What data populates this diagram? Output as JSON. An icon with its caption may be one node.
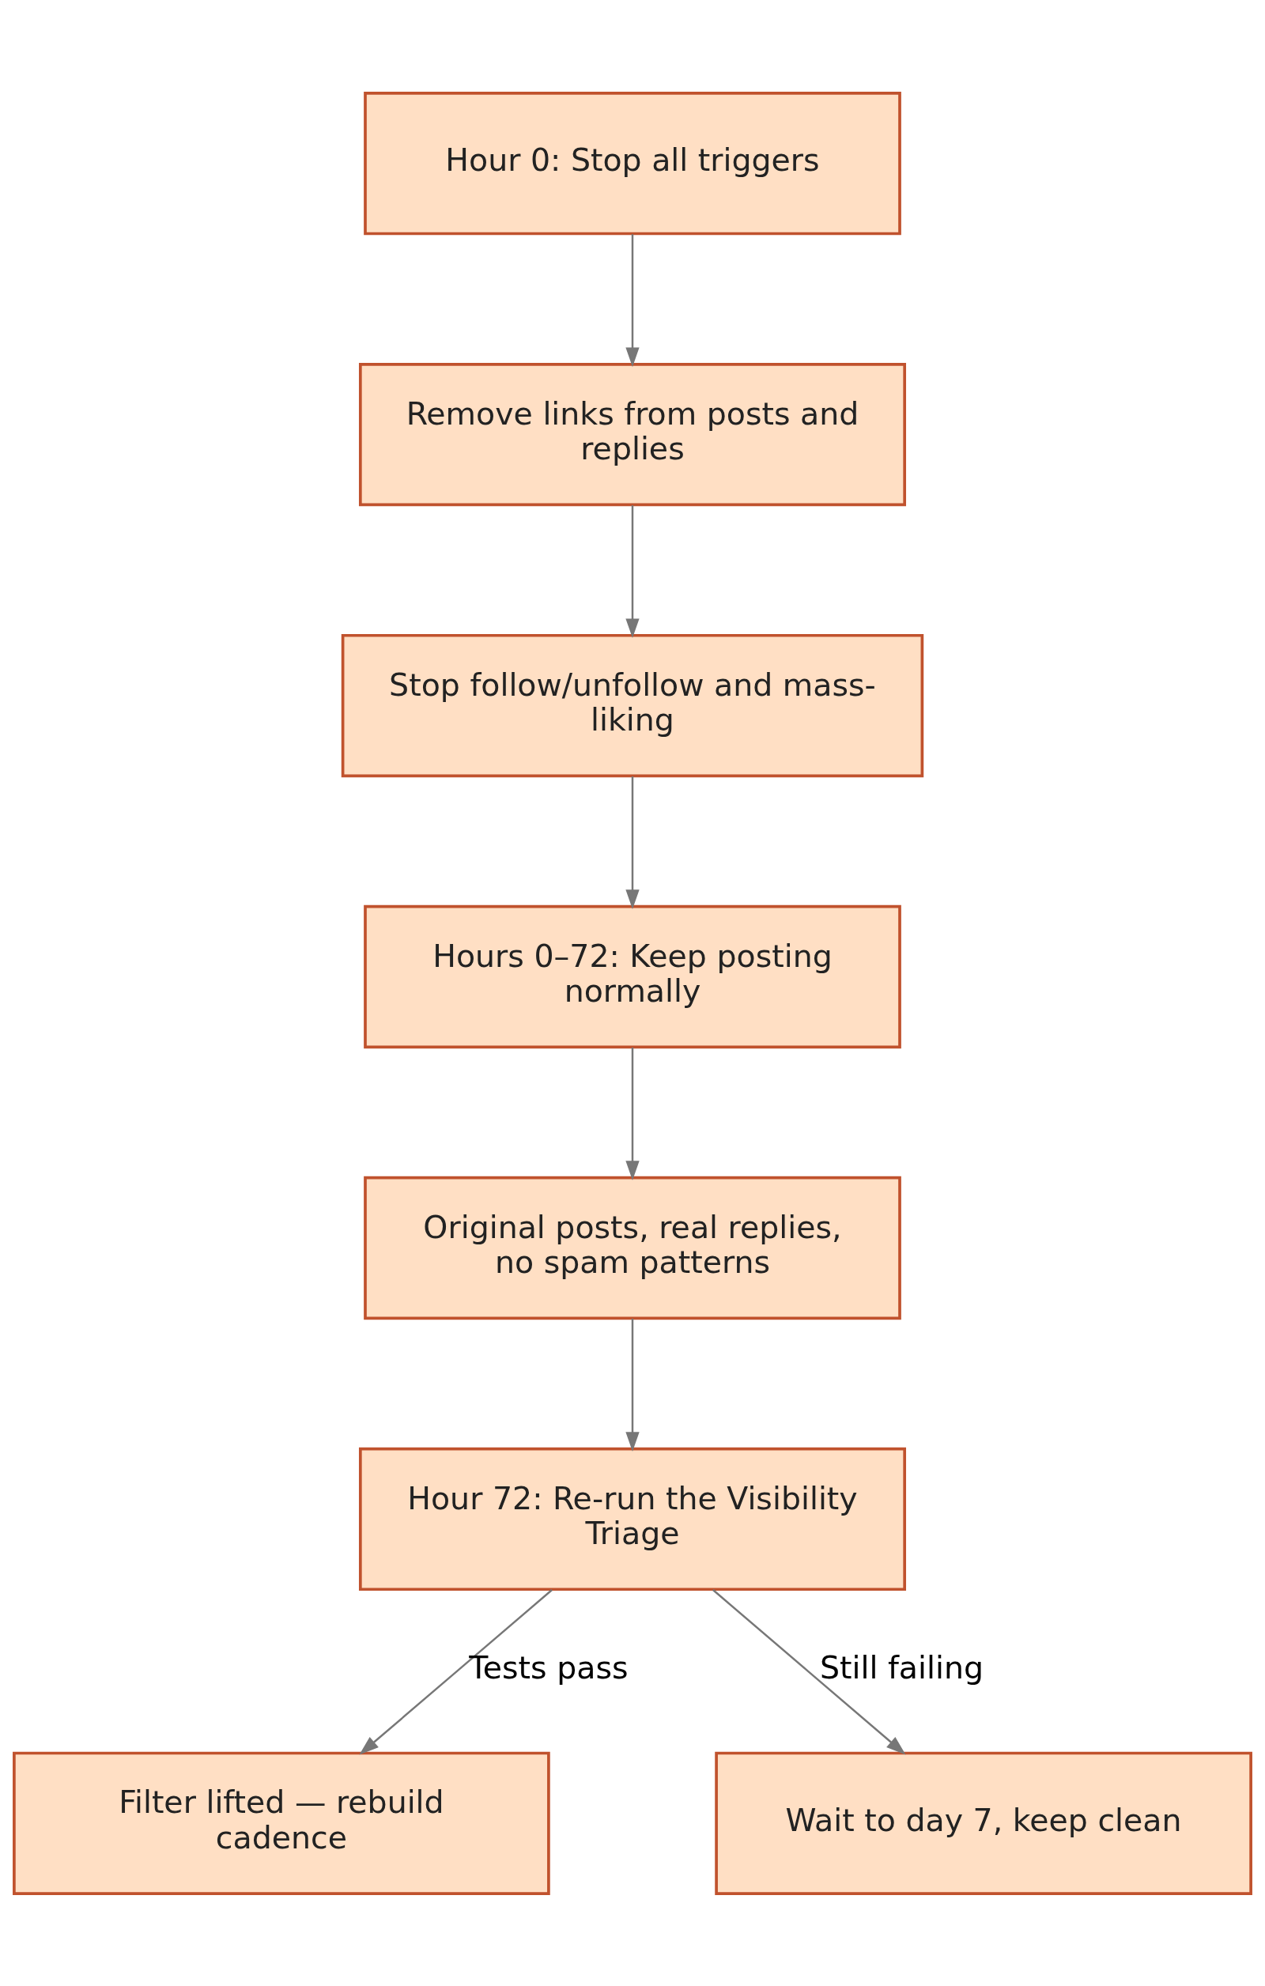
{
  "diagram": {
    "nodes": [
      {
        "text": [
          "Hour 0: Stop all triggers"
        ]
      },
      {
        "text": [
          "Remove links from posts and replies"
        ]
      },
      {
        "text": [
          "Stop follow/unfollow and mass-liking"
        ]
      },
      {
        "text": [
          "Hours 0–72: Keep posting normally"
        ]
      },
      {
        "text": [
          "Original posts, real replies, no spam patterns"
        ]
      },
      {
        "text": [
          "Hour 72: Re-run the Visibility Triage"
        ]
      },
      {
        "text": [
          "Filter lifted — rebuild cadence"
        ]
      },
      {
        "text": [
          "Wait to day 7, keep clean"
        ]
      }
    ],
    "edges": [
      {
        "from": 0,
        "to": 1,
        "arrow": "to"
      },
      {
        "from": 1,
        "to": 2,
        "arrow": "to"
      },
      {
        "from": 2,
        "to": 3,
        "arrow": "to"
      },
      {
        "from": 3,
        "to": 4,
        "arrow": "to"
      },
      {
        "from": 4,
        "to": 5,
        "arrow": "to"
      },
      {
        "from": 5,
        "to": 6,
        "label": "Tests pass",
        "arrow": "to"
      },
      {
        "from": 5,
        "to": 7,
        "label": "Still failing",
        "arrow": "to"
      }
    ]
  }
}
